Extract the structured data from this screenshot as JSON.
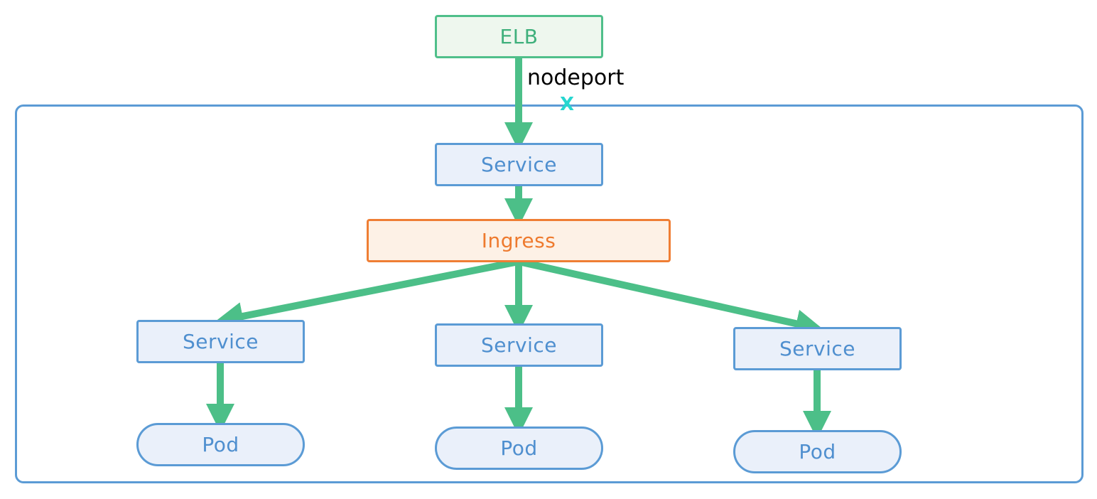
{
  "colors": {
    "arrow": "#4cbf88",
    "cluster_border": "#5b9bd5",
    "elb_border": "#4fbf8a",
    "ingress_border": "#ef7e34",
    "service_border": "#5b9bd5",
    "x_mark": "#27d6d0"
  },
  "nodes": {
    "elb": "ELB",
    "top_service": "Service",
    "ingress": "Ingress",
    "services": [
      "Service",
      "Service",
      "Service"
    ],
    "pods": [
      "Pod",
      "Pod",
      "Pod"
    ]
  },
  "labels": {
    "nodeport": "nodeport",
    "x": "X"
  }
}
